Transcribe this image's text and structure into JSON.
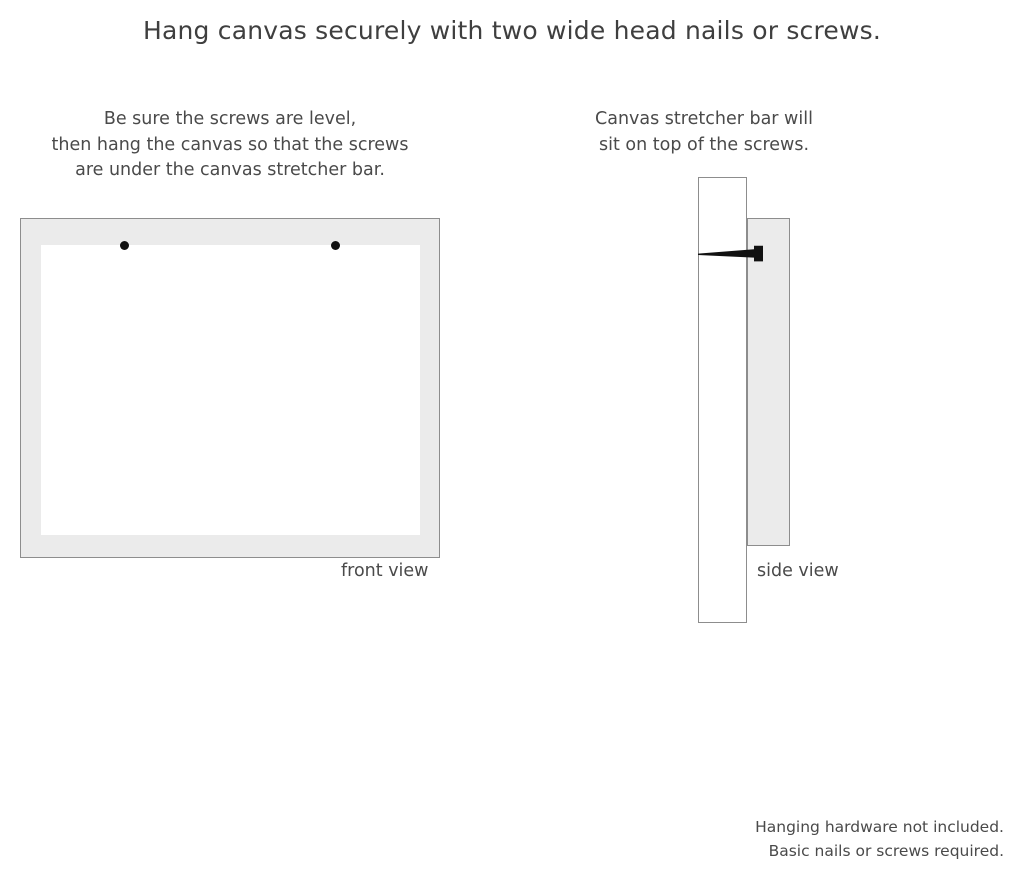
{
  "title": "Hang canvas securely with two wide head nails or screws.",
  "captions": {
    "left": {
      "line1": "Be sure the screws are level,",
      "line2": "then hang the canvas so that the screws",
      "line3": "are under the canvas stretcher bar."
    },
    "right": {
      "line1": "Canvas stretcher bar will",
      "line2": "sit on top of the screws."
    }
  },
  "figures": {
    "front": {
      "label": "front view",
      "frame_color": "#ebebeb",
      "inner_color": "#ffffff",
      "outline_color": "#8d8d8d",
      "screw_color": "#111111",
      "screw_count": 2
    },
    "side": {
      "label": "side view",
      "wall_color": "#ffffff",
      "stretcher_color": "#ebebeb",
      "outline_color": "#8d8d8d",
      "screw_color": "#111111"
    }
  },
  "footer": {
    "line1": "Hanging hardware not included.",
    "line2": "Basic nails or screws required."
  }
}
